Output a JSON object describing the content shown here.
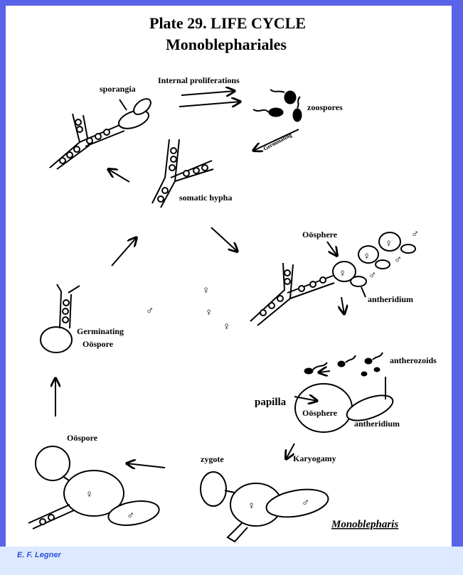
{
  "plate_title": "Plate 29.  LIFE CYCLE",
  "plate_subtitle": "Monoblephariales",
  "labels": {
    "sporangia": "sporangia",
    "internal_proliferations": "Internal proliferations",
    "zoospores": "zoospores",
    "germinating_rotated": "Germinating",
    "somatic_hypha": "somatic hypha",
    "oosphere_upper": "Oösphere",
    "antheridium_upper": "antheridium",
    "germinating_line1": "Germinating",
    "germinating_line2": "Oöspore",
    "antherozoids": "antherozoids",
    "papilla": "papilla",
    "oosphere_lower": "Oösphere",
    "antheridium_lower": "antheridium",
    "karyogamy": "Karyogamy",
    "oospore": "Oöspore",
    "zygote": "zygote",
    "genus": "Monoblepharis"
  },
  "symbols": {
    "female": "♀",
    "male": "♂"
  },
  "credit": "E. F. Legner",
  "colors": {
    "frame": "#5a62e8",
    "plate": "#ffffff",
    "credit_band": "#dde9ff",
    "credit_text": "#2b4fd8",
    "ink": "#000000"
  }
}
